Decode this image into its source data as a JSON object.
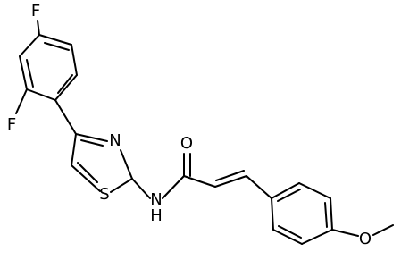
{
  "structure": {
    "atom_labels": {
      "f_top": "F",
      "f_left": "F",
      "n_thiazole": "N",
      "s_thiazole": "S",
      "n_amide": "N",
      "h_amide": "H",
      "o_carbonyl": "O",
      "o_methoxy": "O"
    }
  },
  "colors": {
    "bond": "#000000",
    "label": "#000000",
    "background": "#ffffff"
  }
}
